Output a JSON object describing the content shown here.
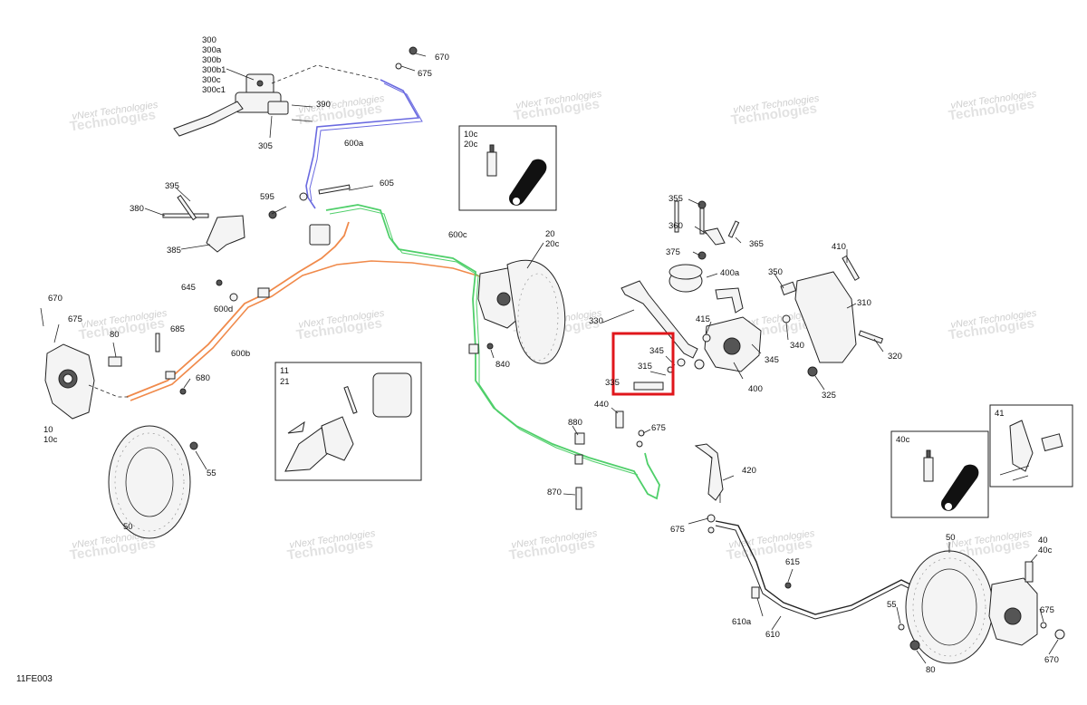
{
  "diagram": {
    "code": "11FE003",
    "watermark_line1": "vNext Technologies",
    "watermark_line2": "Technologies",
    "highlight_color": "#e0161b",
    "line_colors": {
      "hose_600a": "#6a6ae0",
      "hose_600b": "#f08a4b",
      "hose_600c": "#4fcf6a"
    },
    "labels": {
      "p300": "300",
      "p300a": "300a",
      "p300b": "300b",
      "p300b1": "300b1",
      "p300c": "300c",
      "p300c1": "300c1",
      "p305": "305",
      "p390": "390",
      "p600a": "600a",
      "p670_top": "670",
      "p675_top": "675",
      "p395": "395",
      "p380": "380",
      "p385": "385",
      "p595": "595",
      "p605": "605",
      "p600c": "600c",
      "p20": "20",
      "p20c": "20c",
      "p645": "645",
      "p600d": "600d",
      "p670_left": "670",
      "p675_left": "675",
      "p80_left": "80",
      "p685": "685",
      "p600b": "600b",
      "p680": "680",
      "p10": "10",
      "p10c": "10c",
      "p55_left": "55",
      "p50_left": "50",
      "p840": "840",
      "p440": "440",
      "p880": "880",
      "p675_mid": "675",
      "p870": "870",
      "p355": "355",
      "p360": "360",
      "p365": "365",
      "p375": "375",
      "p400a": "400a",
      "p410": "410",
      "p350": "350",
      "p310": "310",
      "p330": "330",
      "p415": "415",
      "p340": "340",
      "p345": "345",
      "p345_b": "345",
      "p315": "315",
      "p335": "335",
      "p400": "400",
      "p320": "320",
      "p325": "325",
      "p420": "420",
      "p675_r": "675",
      "p615": "615",
      "p610a": "610a",
      "p610": "610",
      "p55_right": "55",
      "p50_right": "50",
      "p40": "40",
      "p40c": "40c",
      "p675_rr": "675",
      "p670_rr": "670",
      "p80_right": "80"
    },
    "insets": {
      "bleeder_top": {
        "line1": "10c",
        "line2": "20c"
      },
      "pads_center": {
        "line1": "11",
        "line2": "21"
      },
      "bleeder_right": {
        "line1": "40c"
      },
      "pads_right": {
        "line1": "41"
      }
    }
  }
}
